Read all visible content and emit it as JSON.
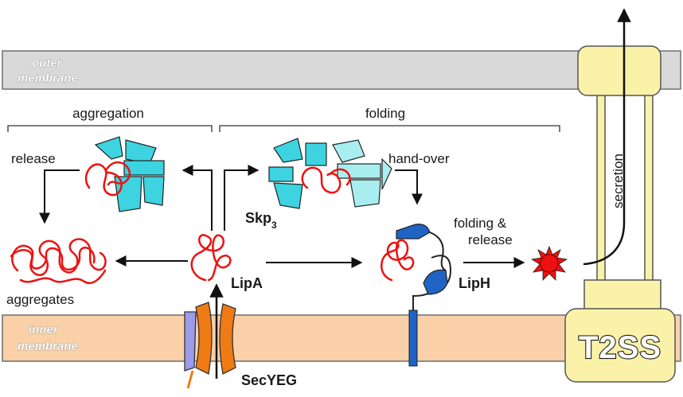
{
  "labels": {
    "outer_membrane_line1": "outer",
    "outer_membrane_line2": "membrane",
    "inner_membrane_line1": "inner",
    "inner_membrane_line2": "membrane",
    "aggregation": "aggregation",
    "folding": "folding",
    "release": "release",
    "hand_over": "hand-over",
    "skp": "Skp",
    "skp_subscript": "3",
    "folding_release_line1": "folding &",
    "folding_release_line2": "release",
    "aggregates": "aggregates",
    "lipa": "LipA",
    "liph": "LipH",
    "secyeg": "SecYEG",
    "secretion": "secretion",
    "t2ss": "T2SS"
  },
  "colors": {
    "outer_membrane": "#d9d9d9",
    "inner_membrane": "#f9d0a8",
    "protein_red": "#ee1111",
    "skp_cyan": "#3dd3e0",
    "skp_light": "#a8eef0",
    "liph_blue": "#1f63c4",
    "t2ss_yellow": "#f9f2a8",
    "secy_orange": "#f07a14",
    "secy_lavender": "#9b9be8"
  }
}
